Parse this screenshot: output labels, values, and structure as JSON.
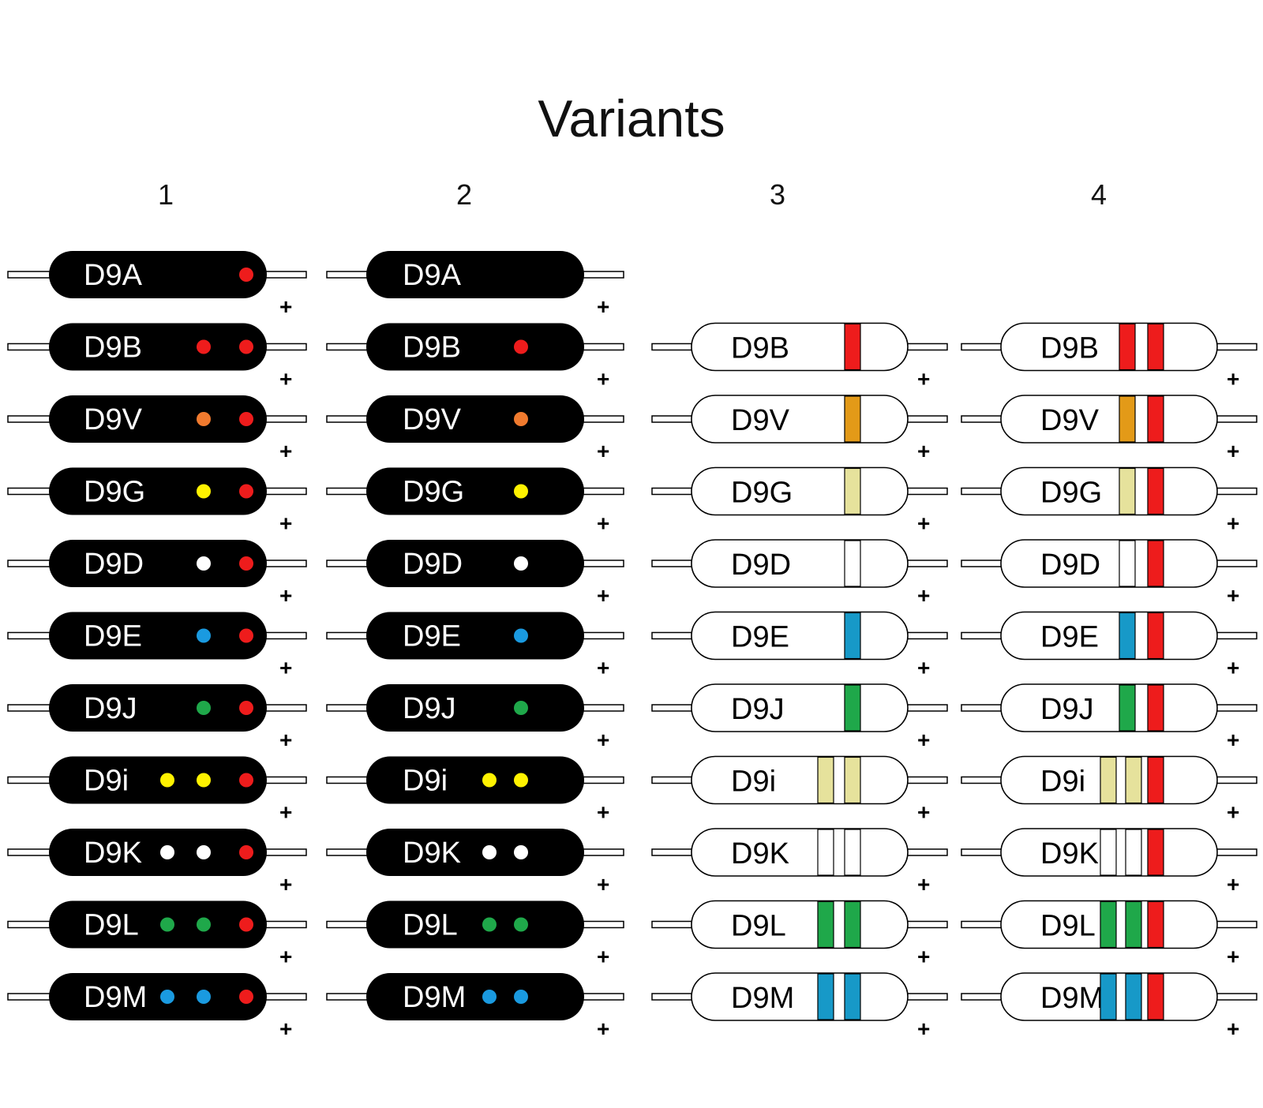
{
  "title": "Variants",
  "columns": [
    "1",
    "2",
    "3",
    "4"
  ],
  "plus_sign": "+",
  "colors": {
    "red": "#ee1c1c",
    "orange": "#f07a2e",
    "orange_band": "#e39a18",
    "yellow": "#fff200",
    "yellow_band": "#e6e29c",
    "white": "#ffffff",
    "blue": "#1a9ae0",
    "blue_band": "#1799c8",
    "green": "#1fa84a",
    "body_black": "#000000"
  },
  "diodes": [
    {
      "type": "D9A",
      "label": "D9A",
      "marks": [],
      "in_band_columns": false
    },
    {
      "type": "D9B",
      "label": "D9B",
      "marks": [
        "red"
      ],
      "in_band_columns": true
    },
    {
      "type": "D9V",
      "label": "D9V",
      "marks": [
        "orange"
      ],
      "in_band_columns": true
    },
    {
      "type": "D9G",
      "label": "D9G",
      "marks": [
        "yellow"
      ],
      "in_band_columns": true
    },
    {
      "type": "D9D",
      "label": "D9D",
      "marks": [
        "white"
      ],
      "in_band_columns": true
    },
    {
      "type": "D9E",
      "label": "D9E",
      "marks": [
        "blue"
      ],
      "in_band_columns": true
    },
    {
      "type": "D9J",
      "label": "D9J",
      "marks": [
        "green"
      ],
      "in_band_columns": true
    },
    {
      "type": "D9i",
      "label": "D9i",
      "marks": [
        "yellow",
        "yellow"
      ],
      "in_band_columns": true
    },
    {
      "type": "D9K",
      "label": "D9K",
      "marks": [
        "white",
        "white"
      ],
      "in_band_columns": true
    },
    {
      "type": "D9L",
      "label": "D9L",
      "marks": [
        "green",
        "green"
      ],
      "in_band_columns": true
    },
    {
      "type": "D9M",
      "label": "D9M",
      "marks": [
        "blue",
        "blue"
      ],
      "in_band_columns": true
    }
  ],
  "variant_rules": {
    "1": "black body, colour dots plus red cathode dot",
    "2": "black body, colour dots only",
    "3": "white body, colour bands only",
    "4": "white body, colour bands plus red cathode band"
  }
}
